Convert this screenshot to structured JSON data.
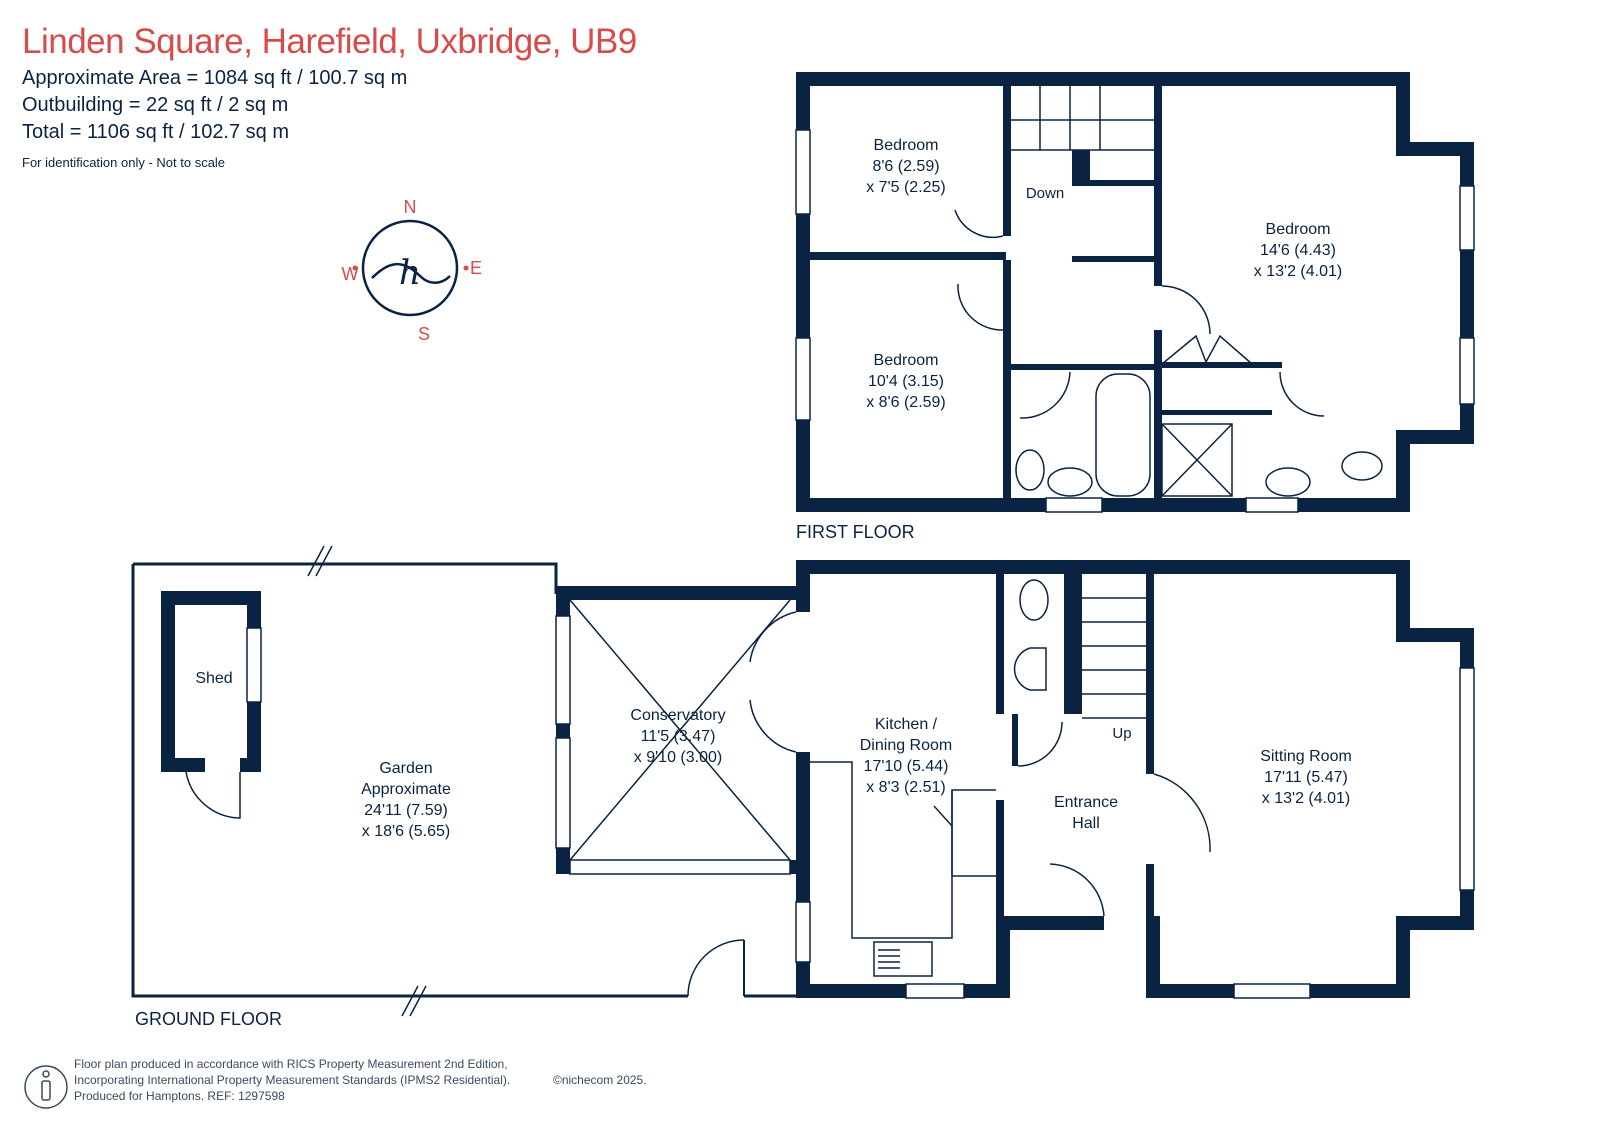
{
  "header": {
    "title": "Linden Square, Harefield, Uxbridge, UB9",
    "area_lines": [
      "Approximate Area = 1084 sq ft / 100.7 sq m",
      "Outbuilding = 22 sq ft / 2 sq m",
      "Total = 1106 sq ft / 102.7 sq m"
    ],
    "note": "For identification only - Not to scale"
  },
  "compass": {
    "n": "N",
    "e": "E",
    "s": "S",
    "w": "W",
    "logo": "h"
  },
  "floors": {
    "first": "FIRST FLOOR",
    "ground": "GROUND FLOOR"
  },
  "rooms": {
    "bedroom_small": [
      "Bedroom",
      "8'6 (2.59)",
      "x 7'5 (2.25)"
    ],
    "bedroom_main": [
      "Bedroom",
      "14'6 (4.43)",
      "x 13'2 (4.01)"
    ],
    "bedroom_mid": [
      "Bedroom",
      "10'4 (3.15)",
      "x 8'6 (2.59)"
    ],
    "down": "Down",
    "shed": "Shed",
    "garden": [
      "Garden",
      "Approximate",
      "24'11 (7.59)",
      "x 18'6 (5.65)"
    ],
    "conservatory": [
      "Conservatory",
      "11'5 (3.47)",
      "x 9'10 (3.00)"
    ],
    "kitchen": [
      "Kitchen /",
      "Dining Room",
      "17'10 (5.44)",
      "x 8'3 (2.51)"
    ],
    "hall": [
      "Entrance",
      "Hall"
    ],
    "up": "Up",
    "sitting": [
      "Sitting Room",
      "17'11 (5.47)",
      "x 13'2 (4.01)"
    ]
  },
  "footer": {
    "lines": [
      "Floor plan produced in accordance with RICS Property Measurement 2nd Edition,",
      "Incorporating International Property Measurement Standards (IPMS2 Residential).",
      "Produced for Hamptons.  REF:  1297598"
    ],
    "copyright": "©nichecom 2025."
  },
  "colors": {
    "wall": "#0a2343",
    "accent": "#d94a4a",
    "text": "#0a2343"
  }
}
